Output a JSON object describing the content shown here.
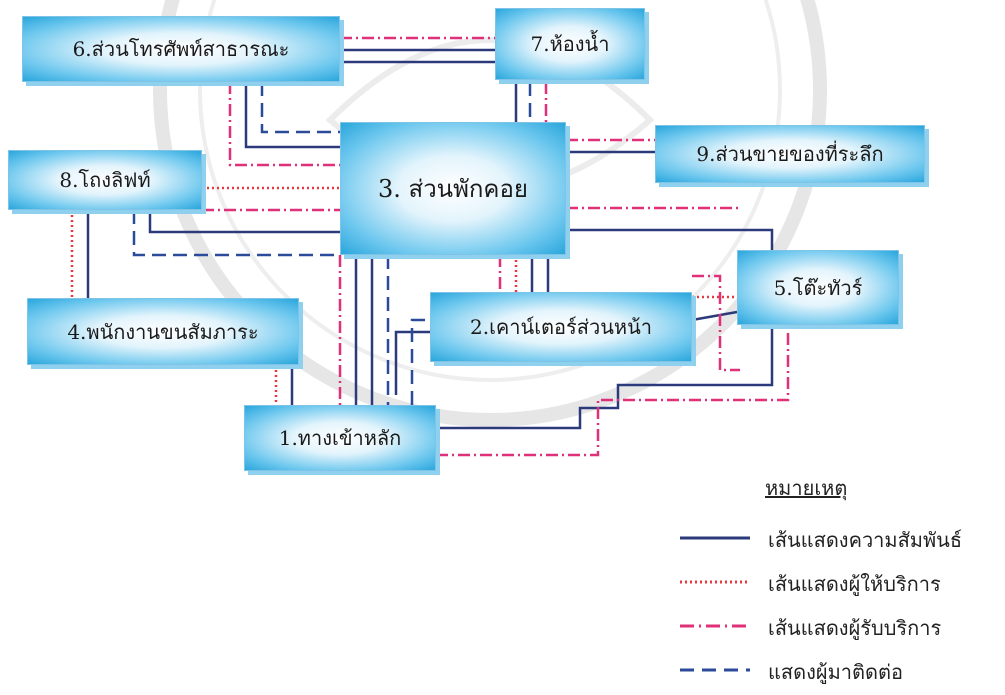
{
  "nodes": {
    "n1": "1.ทางเข้าหลัก",
    "n2": "2.เคาน์เตอร์ส่วนหน้า",
    "n3": "3. ส่วนพักคอย",
    "n4": "4.พนักงานขนสัมภาระ",
    "n5": "5.โต๊ะทัวร์",
    "n6": "6.ส่วนโทรศัพท์สาธารณะ",
    "n7": "7.ห้องน้ำ",
    "n8": "8.โถงลิฟท์",
    "n9": "9.ส่วนขายของที่ระลึก"
  },
  "legend": {
    "title": "หมายเหตุ",
    "items": [
      {
        "label": "เส้นแสดงความสัมพันธ์",
        "style": "solid",
        "color": "#2b3a7a"
      },
      {
        "label": "เส้นแสดงผู้ให้บริการ",
        "style": "dotted",
        "color": "#e8383d"
      },
      {
        "label": "เส้นแสดงผู้รับบริการ",
        "style": "dash-dot",
        "color": "#e0307a"
      },
      {
        "label": "แสดงผู้มาติดต่อ",
        "style": "dashed",
        "color": "#2b4a9a"
      }
    ]
  },
  "colors": {
    "relation": "#2b3a7a",
    "provider": "#e8383d",
    "receiver": "#e0307a",
    "contact": "#2b4a9a",
    "box": "#2aa6dc"
  }
}
